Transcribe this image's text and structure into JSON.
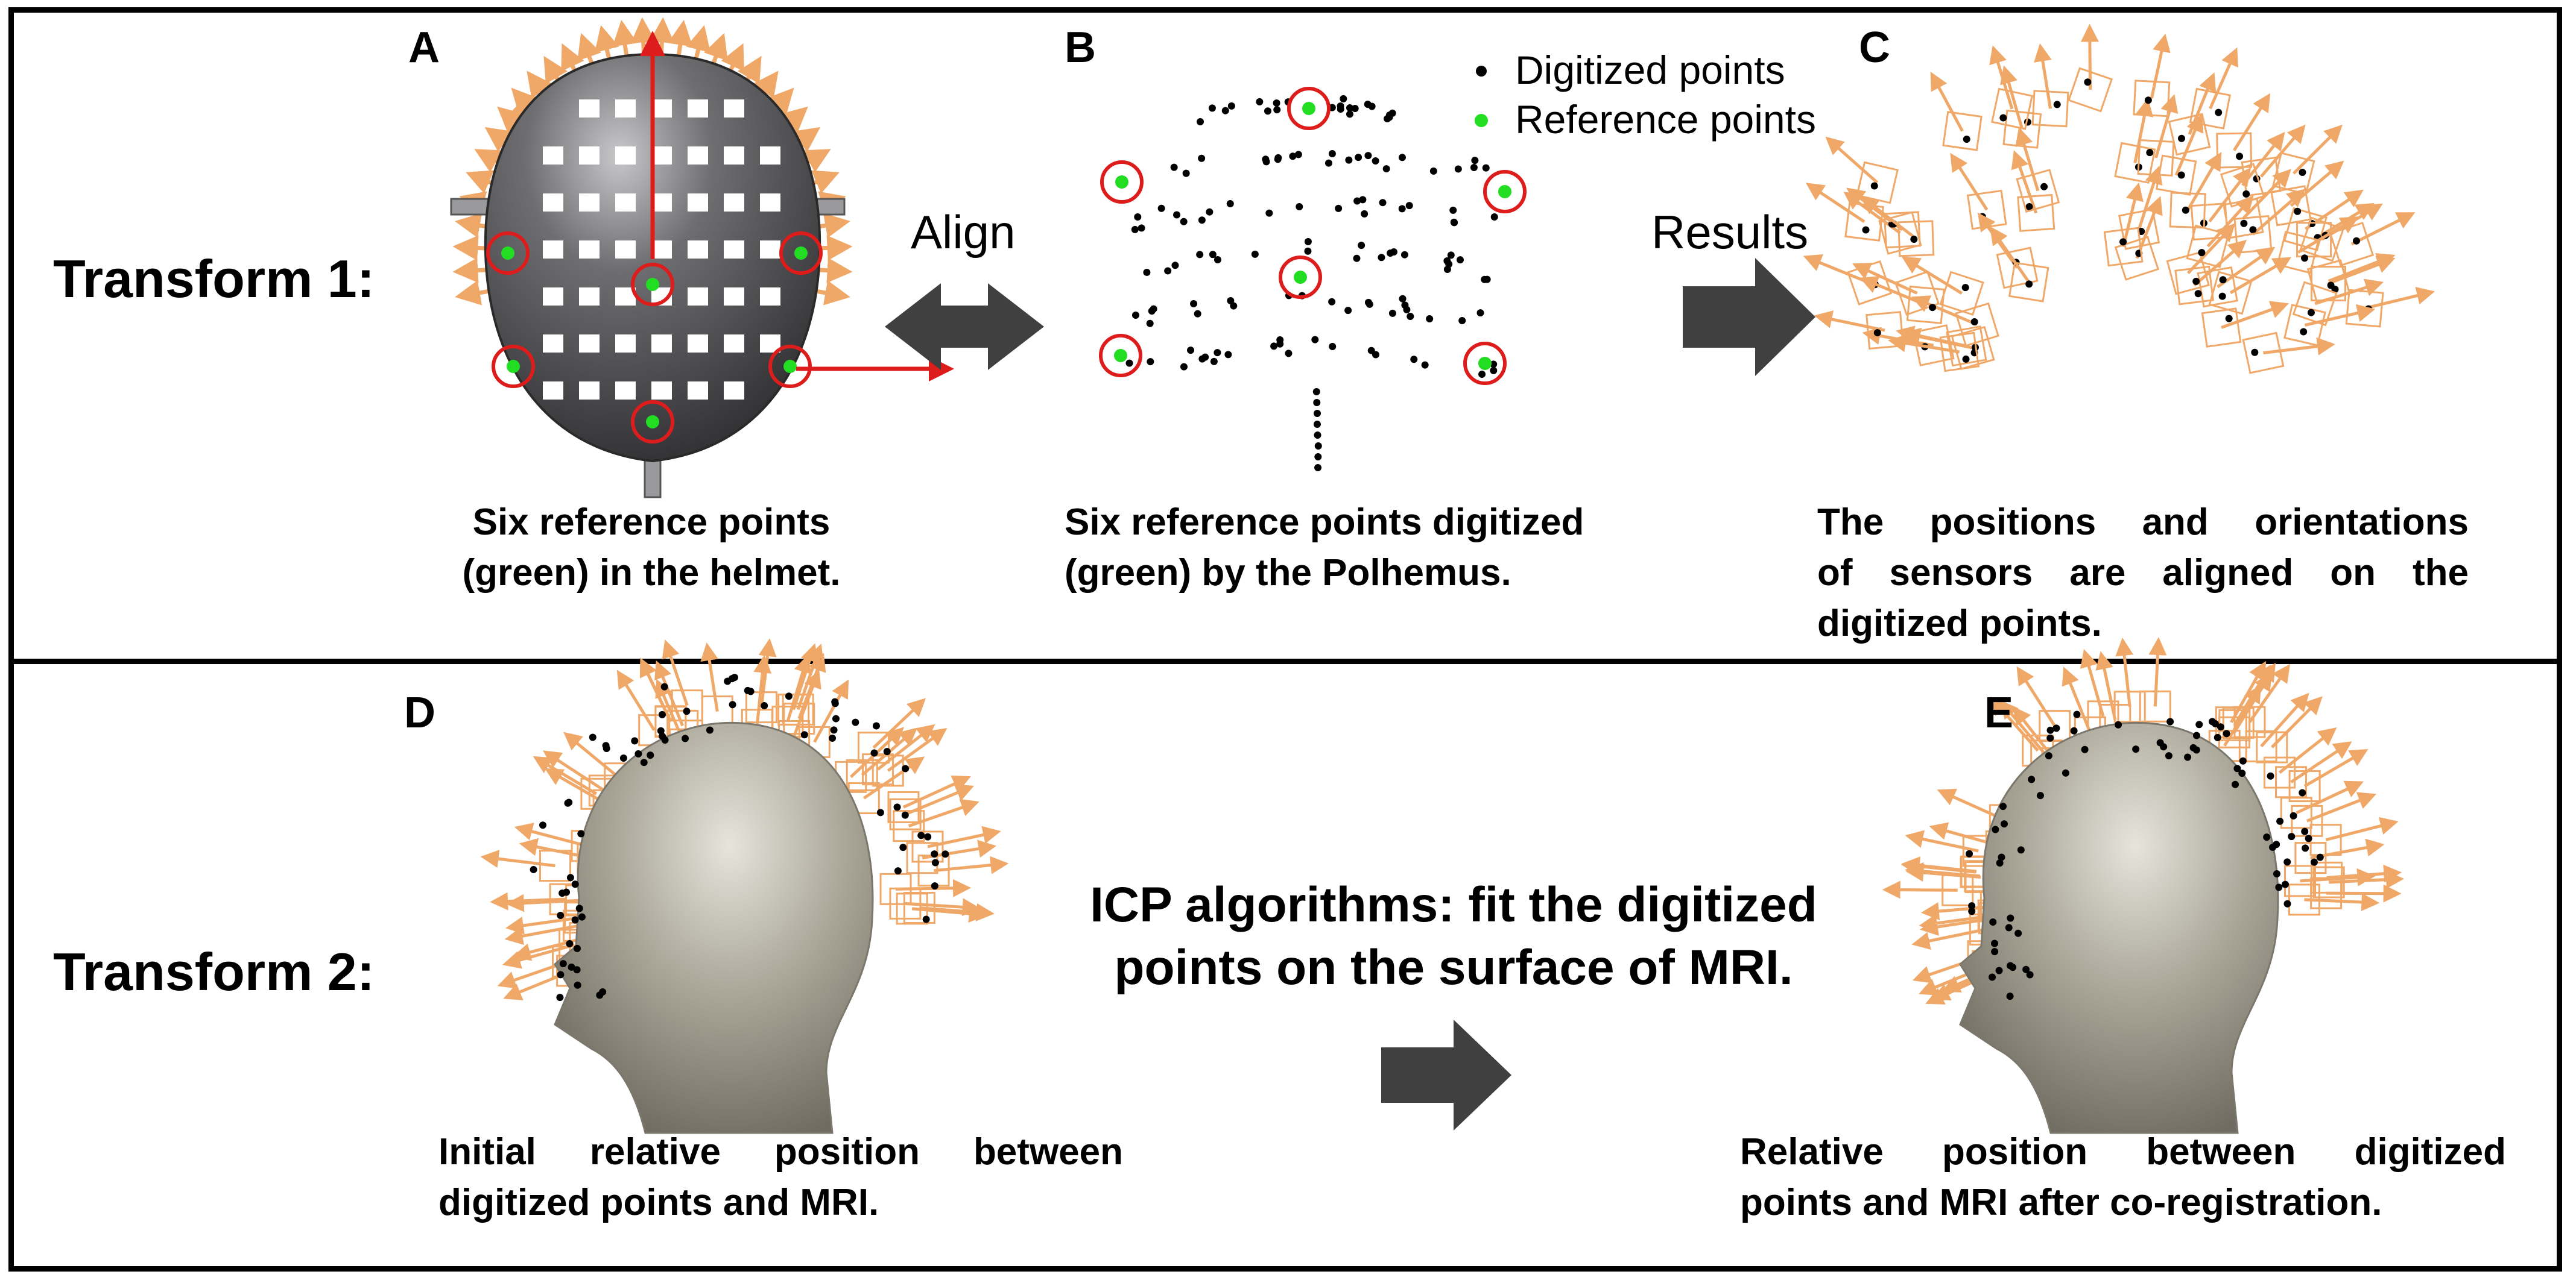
{
  "rows": {
    "transform1": "Transform 1:",
    "transform2": "Transform 2:"
  },
  "panels": {
    "A": {
      "letter": "A",
      "caption_line1": "Six reference points",
      "caption_line2": "(green) in the helmet."
    },
    "B": {
      "letter": "B",
      "caption_line1": "Six reference points digitized",
      "caption_line2": "(green) by the Polhemus."
    },
    "C": {
      "letter": "C",
      "caption_line1": "The positions and orientations",
      "caption_line2": "of sensors are aligned on the",
      "caption_line3": "digitized points."
    },
    "D": {
      "letter": "D",
      "caption_line1": "Initial relative position between",
      "caption_line2": "digitized points and MRI."
    },
    "E": {
      "letter": "E",
      "caption_line1": "Relative position between digitized",
      "caption_line2": "points and MRI after co-registration."
    }
  },
  "legend": {
    "digitized": "Digitized points",
    "reference": "Reference points"
  },
  "arrows": {
    "align": "Align",
    "results": "Results"
  },
  "icp": {
    "line1": "ICP algorithms: fit the digitized",
    "line2": "points on the surface of MRI."
  },
  "colors": {
    "frame": "#000000",
    "arrow_fill": "#404040",
    "sensor_orange": "#f0a868",
    "reference_green": "#22dd22",
    "circle_red": "#dd1c1c",
    "helmet_gray": "#5e5e60",
    "head_skin": "#b9b5a8"
  }
}
